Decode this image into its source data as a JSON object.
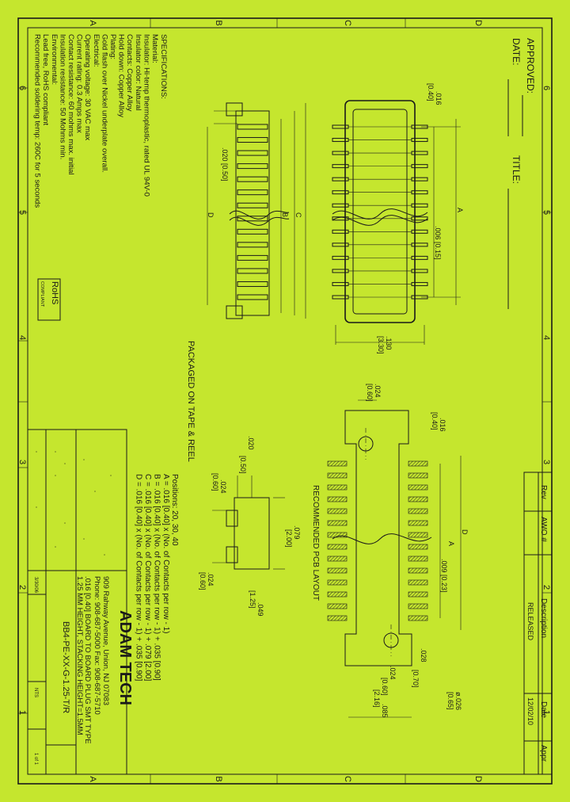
{
  "border": {
    "left_letters": [
      "A",
      "B",
      "C",
      "D"
    ],
    "right_letters": [
      "A",
      "B",
      "C",
      "D"
    ],
    "top_numbers": [
      "6",
      "5",
      "4",
      "3",
      "2",
      "1"
    ],
    "bottom_numbers": [
      "6",
      "5",
      "4",
      "3",
      "2",
      "1"
    ]
  },
  "approval": {
    "approved": "APPROVED:",
    "date": "DATE:",
    "title": "TITLE:"
  },
  "specs": {
    "heading": "SPECIFICATIONS:",
    "lines": [
      "Material:",
      "Insulator: Hi-temp thermoplastic, rated UL 94V-0",
      "Insulator color: Natural",
      "Contacts: Copper Alloy",
      "Hold down: Copper Alloy",
      "Plating:",
      "Gold flash over Nickel underplate overall.",
      "Electrical:",
      "Operating voltage: 30 VAC max",
      "Current rating: 0.3 Amps max",
      "Contact resistance: 60 mohms max. initial",
      "Insulation resistance: 50 Mohms min.",
      "Environmental:",
      "Lead free, RoHS compliant",
      "Recommended soldering temp: 260C for 5 seconds"
    ]
  },
  "rohs": {
    "label": "RoHS",
    "sub": "COMPLIANT"
  },
  "packaging": "PACKAGED ON TAPE & REEL",
  "pcb_layout": "RECOMMENDED PCB LAYOUT",
  "dims": {
    "d016": ".016",
    "d016m": "[0.40]",
    "d020": ".020 [0.50]",
    "d006": ".006 [0.15]",
    "d130": ".130",
    "d130m": "[3.30]",
    "d024": ".024",
    "d024m": "[0.60]",
    "d009": ".009 [0.23]",
    "d026": "ø.026",
    "d026m": "[0.65]",
    "d028": ".028",
    "d028m": "[0.70]",
    "d085": ".085",
    "d085m": "[2.16]",
    "d079": ".079",
    "d079m": "[2.00]",
    "d049": ".049",
    "d049m": "[1.25]",
    "d020b": ".020",
    "d020bm": "[0.50]",
    "A": "A",
    "B": "B",
    "C": "C",
    "D": "D"
  },
  "positions": {
    "title": "Positions: 20, 30, 40",
    "lines": [
      "A = .016 [0.40] x (No. of Contacts per row - 1)",
      "B = .016 [0.40] x (No. of Contacts per row - 1) + .035 [0.90]",
      "C = .016 [0.40] x (No. of Contacts per row - 1) + .079 [2.00]",
      "D = .016 [0.40] x (No. of Contacts per row - 1) + .035 [0.90]"
    ]
  },
  "company": {
    "name": "ADAM TECH",
    "address": "909 Rahway Avenue, Union, NJ 07083",
    "phone": "Phone: 908-687-5000 Fax: 908-687-5710",
    "desc1": ".016 [0.40] BOARD TO BOARD PLUG SMT TYPE",
    "desc2": "1.25 MM HEIGHT, STACKING HEIGHT=1.5MM",
    "part": "BB4-PE-XX-G-1.25-T/R",
    "sheet": "1 of 1",
    "scale": "NTS",
    "dwg": "3/30/06"
  },
  "revision": {
    "headers": {
      "rev": "Rev",
      "awo": "AWO #",
      "desc": "Description",
      "date": "Date",
      "appr": "Appr"
    },
    "row": {
      "rev": "",
      "awo": "",
      "desc": "RELEASED",
      "date": "12/02/10",
      "appr": ""
    }
  },
  "pin_count": 28
}
